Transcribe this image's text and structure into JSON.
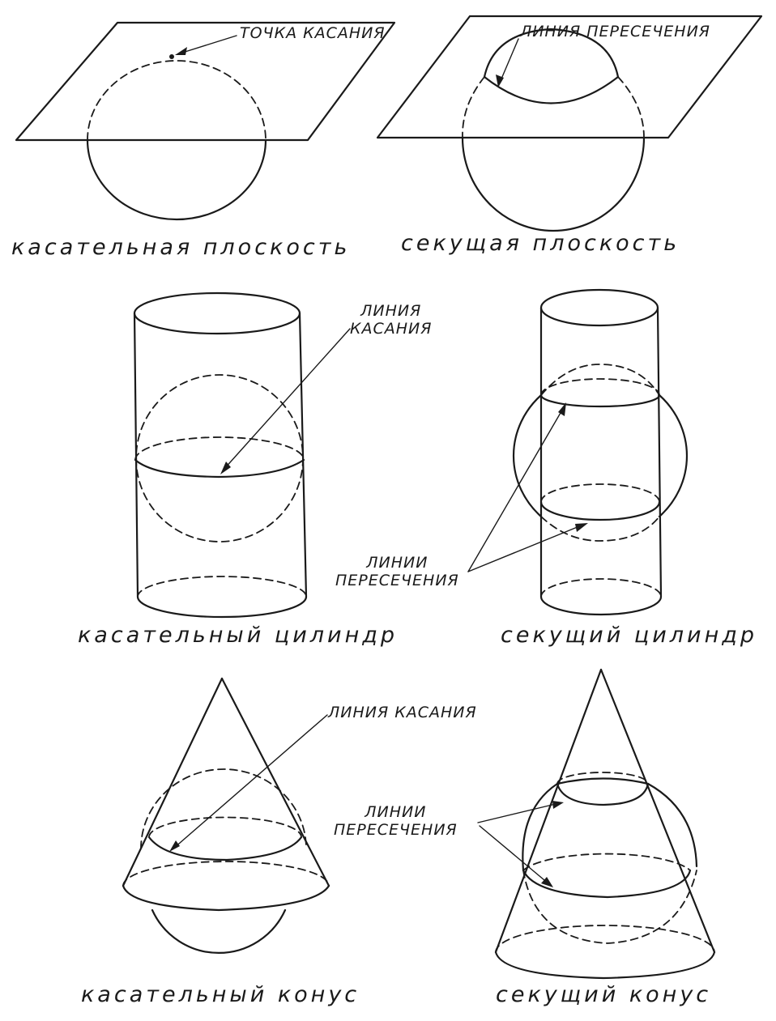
{
  "panels": {
    "tangent_plane": {
      "caption": "касательная   плоскость",
      "callout": "ТОЧКА КАСАНИЯ"
    },
    "secant_plane": {
      "caption": "секущая   плоскость",
      "callout": "ЛИНИЯ ПЕРЕСЕЧЕНИЯ"
    },
    "tangent_cylinder": {
      "caption": "касательный цилиндр",
      "callout_line1": "ЛИНИЯ",
      "callout_line2": "КАСАНИЯ"
    },
    "secant_cylinder": {
      "caption": "секущий цилиндр",
      "callout_line1": "ЛИНИИ",
      "callout_line2": "ПЕРЕСЕЧЕНИЯ"
    },
    "tangent_cone": {
      "caption": "касательный конус",
      "callout": "ЛИНИЯ КАСАНИЯ"
    },
    "secant_cone": {
      "caption": "секущий   конус",
      "callout_line1": "ЛИНИИ",
      "callout_line2": "ПЕРЕСЕЧЕНИЯ"
    }
  },
  "style": {
    "ink": "#1a1a1a",
    "paper": "#ffffff"
  }
}
